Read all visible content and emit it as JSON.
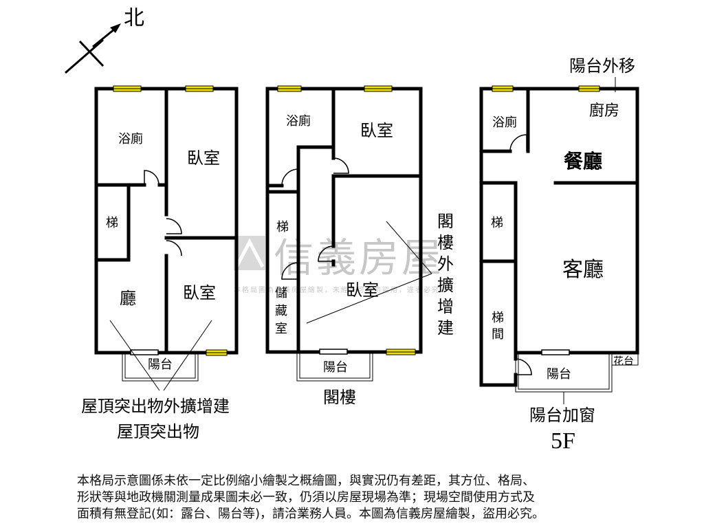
{
  "compass": {
    "north_label": "北"
  },
  "watermark": {
    "brand": "信義房屋",
    "small_text": "本格局圖為信義房屋繪製，未經許可請勿盜用，違者必究"
  },
  "plan_left": {
    "rooms": {
      "bath": "浴廁",
      "bedroom_top": "臥室",
      "stairs": "梯",
      "living": "廳",
      "bedroom_bottom": "臥室",
      "balcony": "陽台"
    },
    "notes": {
      "roof_extension": "屋頂突出物外擴增建",
      "roof_structure": "屋頂突出物"
    }
  },
  "plan_middle": {
    "rooms": {
      "bath": "浴廁",
      "bedroom_top": "臥室",
      "stairs": "梯",
      "storage": "儲藏室",
      "bedroom_main": "臥室",
      "balcony": "陽台"
    },
    "notes": {
      "attic_extension": "閣樓外擴增建"
    },
    "caption": "閣樓"
  },
  "plan_right": {
    "rooms": {
      "bath": "浴廁",
      "kitchen": "廚房",
      "dining": "餐廳",
      "stairs_top": "梯",
      "living": "客廳",
      "stairs_bottom": "梯間",
      "balcony": "陽台",
      "flower_bed": "花台"
    },
    "notes": {
      "balcony_moved": "陽台外移",
      "balcony_window": "陽台加窗"
    },
    "floor_label": "5F"
  },
  "disclaimer": {
    "line1": "本格局示意圖係未依一定比例縮小繪製之概繪圖，與實況仍有差距，其方位、格局、",
    "line2": "形狀等與地政機關測量成果圖未必一致，仍須以房屋現場為準；現場空間使用方式及",
    "line3": "面積有無登記(如：露台、陽台等)，請洽業務人員。本圖為信義房屋繪製，盜用必究。"
  },
  "colors": {
    "wall": "#000000",
    "window": "#f2e000",
    "watermark": "#b8b8b8"
  }
}
